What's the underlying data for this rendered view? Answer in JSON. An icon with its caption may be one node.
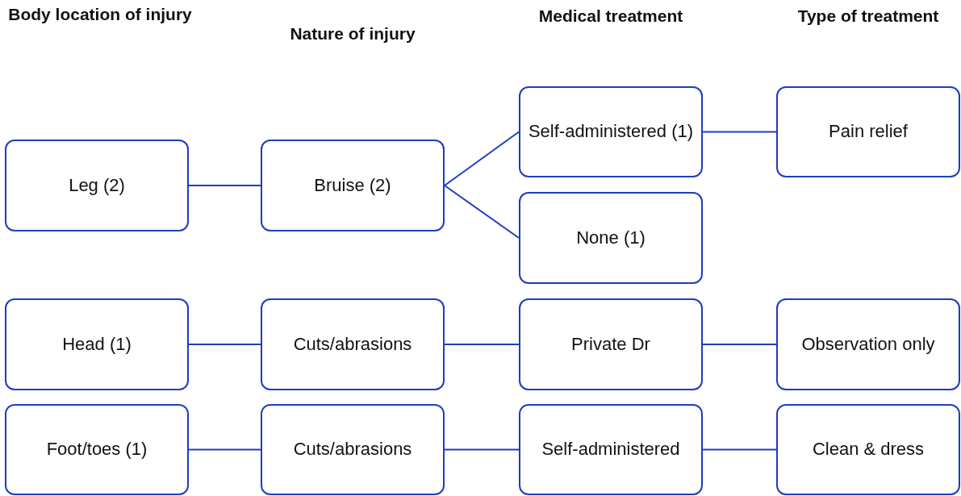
{
  "diagram": {
    "nodes": [
      {
        "text": [
          "Leg (2)"
        ]
      },
      {
        "text": [
          "Bruise (2)"
        ]
      },
      {
        "text": [
          "Self-administered (1)"
        ]
      },
      {
        "text": [
          "Pain relief"
        ]
      },
      {
        "text": [
          "None (1)"
        ]
      },
      {
        "text": [
          "Head (1)"
        ]
      },
      {
        "text": [
          "Cuts/abrasions"
        ]
      },
      {
        "text": [
          "Private Dr"
        ]
      },
      {
        "text": [
          "Observation only"
        ]
      },
      {
        "text": [
          "Foot/toes (1)"
        ]
      },
      {
        "text": [
          "Cuts/abrasions"
        ]
      },
      {
        "text": [
          "Self-administered"
        ]
      },
      {
        "text": [
          "Clean & dress"
        ]
      }
    ],
    "edges": [
      {
        "from": 0,
        "to": 1,
        "arrow": "none"
      },
      {
        "from": 1,
        "to": 2,
        "arrow": "none"
      },
      {
        "from": 1,
        "to": 4,
        "arrow": "none"
      },
      {
        "from": 2,
        "to": 3,
        "arrow": "none"
      },
      {
        "from": 5,
        "to": 6,
        "arrow": "none"
      },
      {
        "from": 6,
        "to": 7,
        "arrow": "none"
      },
      {
        "from": 7,
        "to": 8,
        "arrow": "none"
      },
      {
        "from": 9,
        "to": 10,
        "arrow": "none"
      },
      {
        "from": 10,
        "to": 11,
        "arrow": "none"
      },
      {
        "from": 11,
        "to": 12,
        "arrow": "none"
      }
    ],
    "labels": [
      "Body location of injury",
      "Nature of injury",
      "Medical treatment",
      "Type of treatment"
    ]
  }
}
